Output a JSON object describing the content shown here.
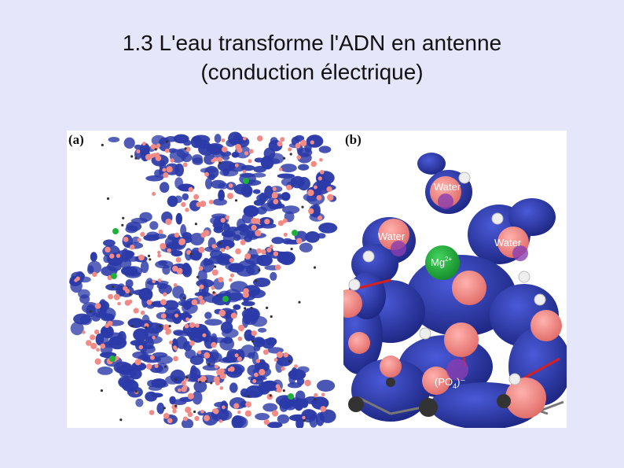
{
  "slide": {
    "title_line1": "1.3 L'eau transforme l'ADN en antenne",
    "title_line2": "(conduction électrique)"
  },
  "figure": {
    "panel_a_label": "(a)",
    "panel_b_label": "(b)",
    "labels": {
      "water_top": "Water",
      "water_left": "Water",
      "water_right": "Water",
      "mg_ion": "Mg",
      "mg_charge": "2+",
      "phosphate": "(PO",
      "phosphate_sub": "4",
      "phosphate_charge": ")⁻"
    },
    "colors": {
      "electron_density": "#2b3aa8",
      "oxygen": "#f28a86",
      "magnesium": "#1fb23a",
      "hydrogen": "#eeeeee",
      "carbon": "#333333",
      "bond_red": "#d42020"
    }
  }
}
